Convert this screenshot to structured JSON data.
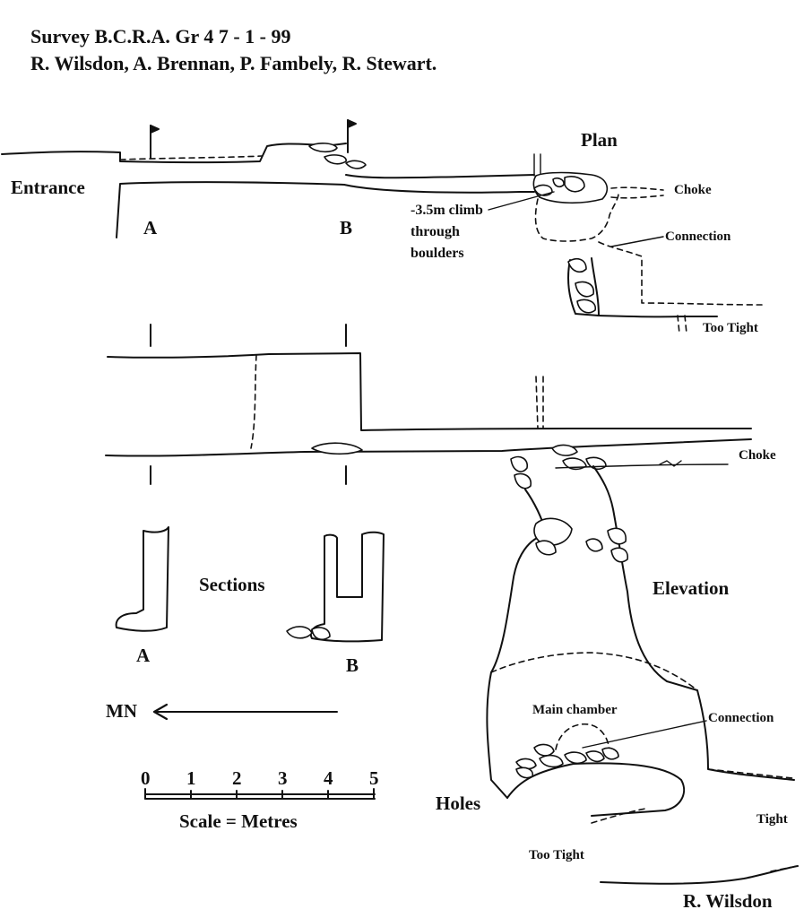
{
  "header": {
    "line1": "Survey B.C.R.A. Gr 4    7 - 1 - 99",
    "line2": "R. Wilsdon, A. Brennan, P. Fambely, R. Stewart."
  },
  "plan": {
    "title": "Plan",
    "entrance": "Entrance",
    "marker_a": "A",
    "marker_b": "B",
    "climb_note": [
      "-3.5m climb",
      "through",
      "boulders"
    ],
    "choke": "Choke",
    "connection": "Connection",
    "too_tight": "Too Tight"
  },
  "elevation": {
    "title": "Elevation",
    "choke": "Choke",
    "main_chamber": "Main chamber",
    "connection": "Connection",
    "holes": "Holes",
    "tight": "Tight",
    "too_tight": "Too Tight"
  },
  "sections": {
    "title": "Sections",
    "label_a": "A",
    "label_b": "B"
  },
  "north": {
    "label": "MN"
  },
  "scale": {
    "ticks": [
      "0",
      "1",
      "2",
      "3",
      "4",
      "5"
    ],
    "caption": "Scale  =  Metres"
  },
  "signature": "R. Wilsdon"
}
